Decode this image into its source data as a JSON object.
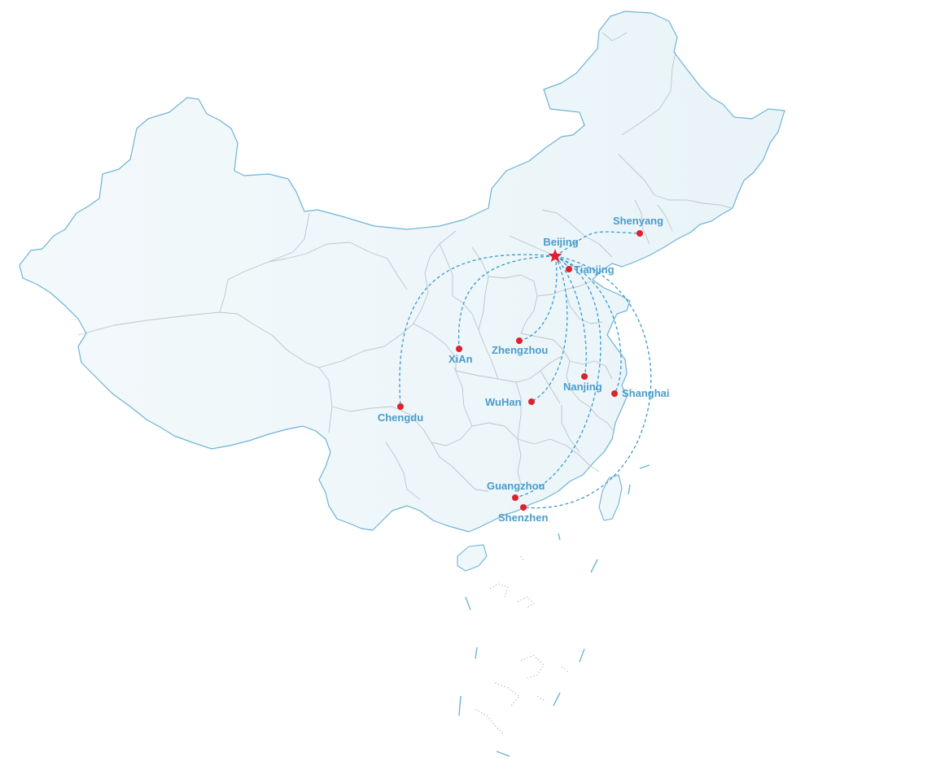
{
  "map": {
    "colors": {
      "land": "#eef7fa",
      "border": "#6fb3d6",
      "route": "#3a9ad0",
      "city_marker": "#e0202c",
      "label": "#4a9ccc"
    },
    "hub": {
      "name": "Beijing",
      "icon": "star-icon"
    },
    "cities": [
      {
        "name": "Shenyang",
        "label": "Shenyang"
      },
      {
        "name": "Tianjing",
        "label": "Tianjing"
      },
      {
        "name": "Zhengzhou",
        "label": "Zhengzhou"
      },
      {
        "name": "XiAn",
        "label": "XiAn"
      },
      {
        "name": "Nanjing",
        "label": "Nanjing"
      },
      {
        "name": "Shanghai",
        "label": "Shanghai"
      },
      {
        "name": "WuHan",
        "label": "WuHan"
      },
      {
        "name": "Chengdu",
        "label": "Chengdu"
      },
      {
        "name": "Guangzhou",
        "label": "Guangzhou"
      },
      {
        "name": "Shenzhen",
        "label": "Shenzhen"
      }
    ]
  }
}
